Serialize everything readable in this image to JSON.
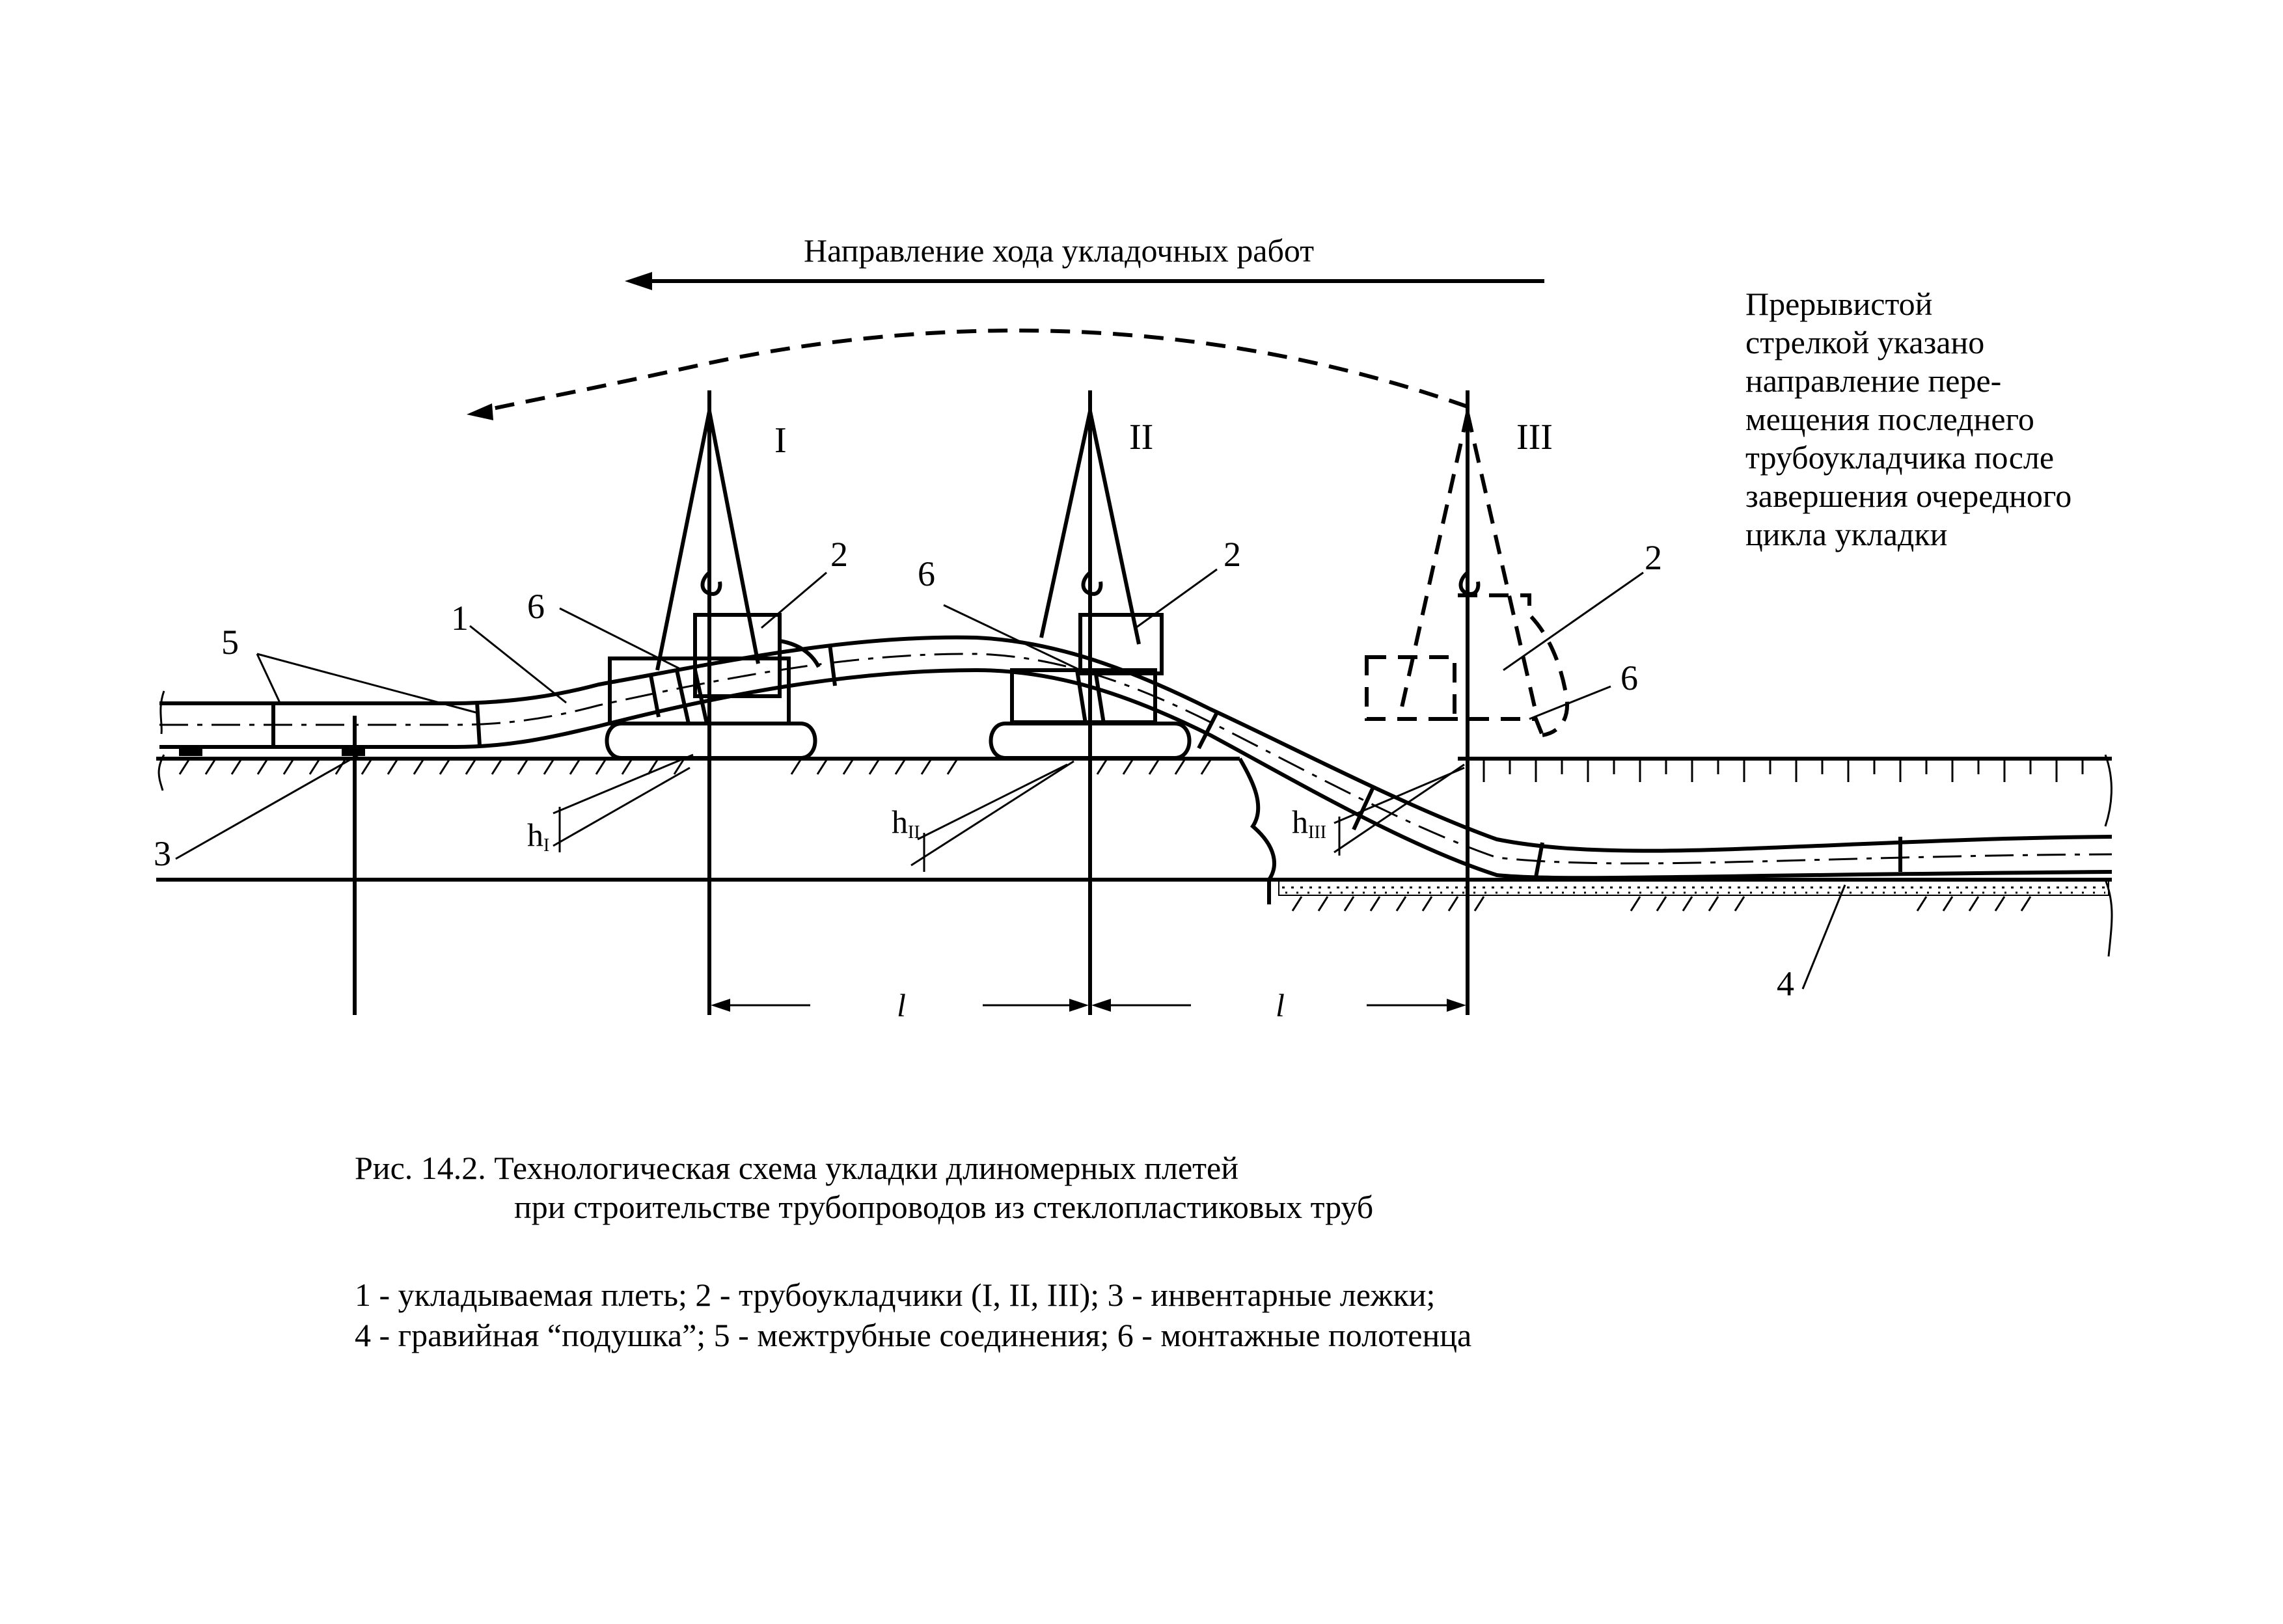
{
  "diagram": {
    "direction_label": "Направление хода укладочных работ",
    "side_note": [
      "Прерывистой",
      "стрелкой указано",
      "направление пере-",
      "мещения последнего",
      "трубоукладчика после",
      "завершения очередного",
      "цикла укладки"
    ],
    "machines": [
      "I",
      "II",
      "III"
    ],
    "callouts": {
      "n1": "1",
      "n2": "2",
      "n3": "3",
      "n4": "4",
      "n5": "5",
      "n6": "6"
    },
    "heights": {
      "h": "h",
      "sub_I": "I",
      "sub_II": "II",
      "sub_III": "III"
    },
    "spacing_label": "l"
  },
  "caption": {
    "line1": "Рис. 14.2. Технологическая схема укладки длиномерных плетей",
    "line2": "при строительстве трубопроводов из стеклопластиковых труб",
    "legend1": "1 - укладываемая плеть;  2 - трубоукладчики (I, II, III);  3 - инвентарные лежки;",
    "legend2": "4 - гравийная “подушка”;  5 - межтрубные соединения;  6 - монтажные полотенца"
  }
}
